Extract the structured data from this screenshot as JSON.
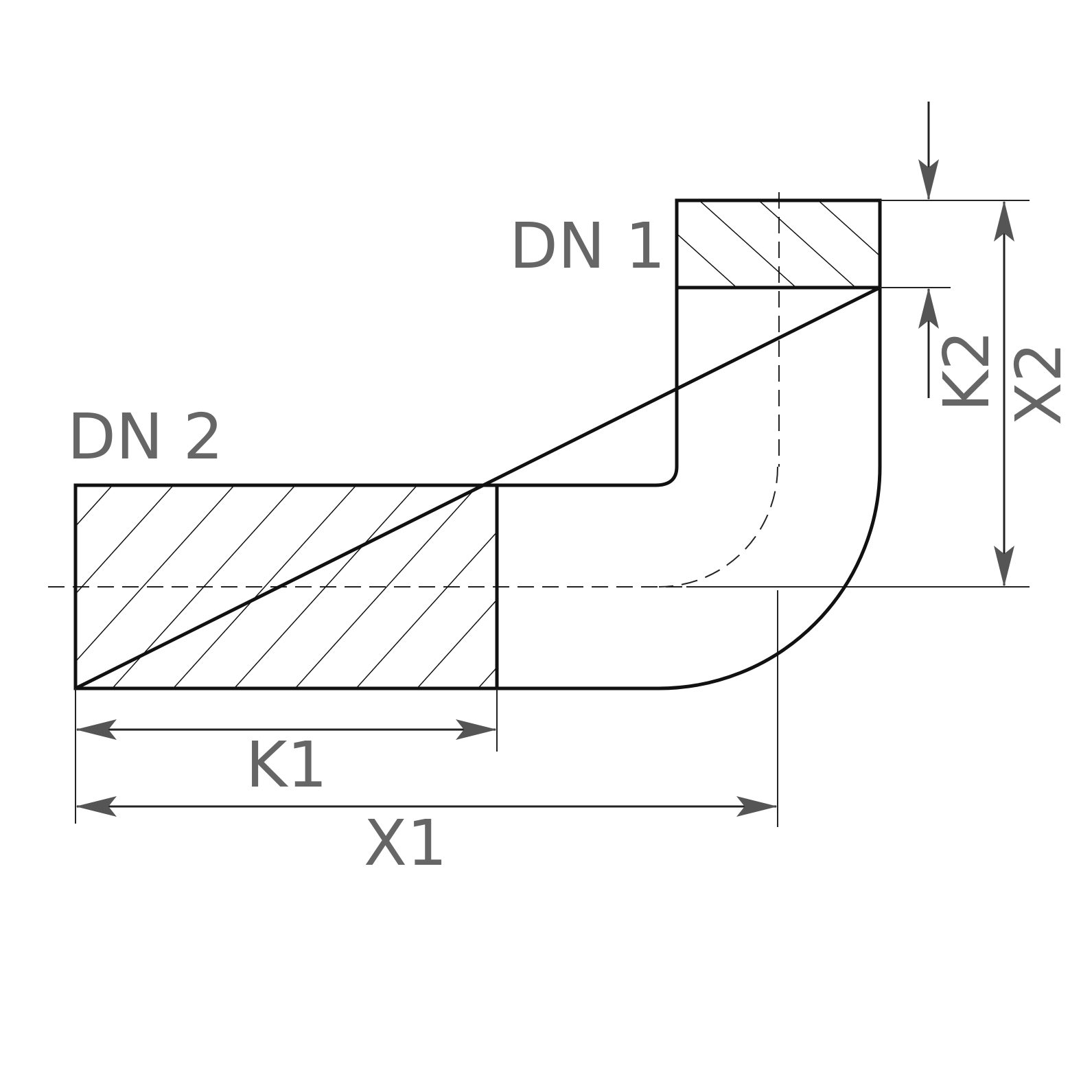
{
  "labels": {
    "dn1": "DN 1",
    "dn2": "DN 2",
    "k1": "K1",
    "x1": "X1",
    "k2": "K2",
    "x2": "X2"
  },
  "colors": {
    "outline": "#111111",
    "label": "#666666",
    "arrow": "#555555"
  }
}
